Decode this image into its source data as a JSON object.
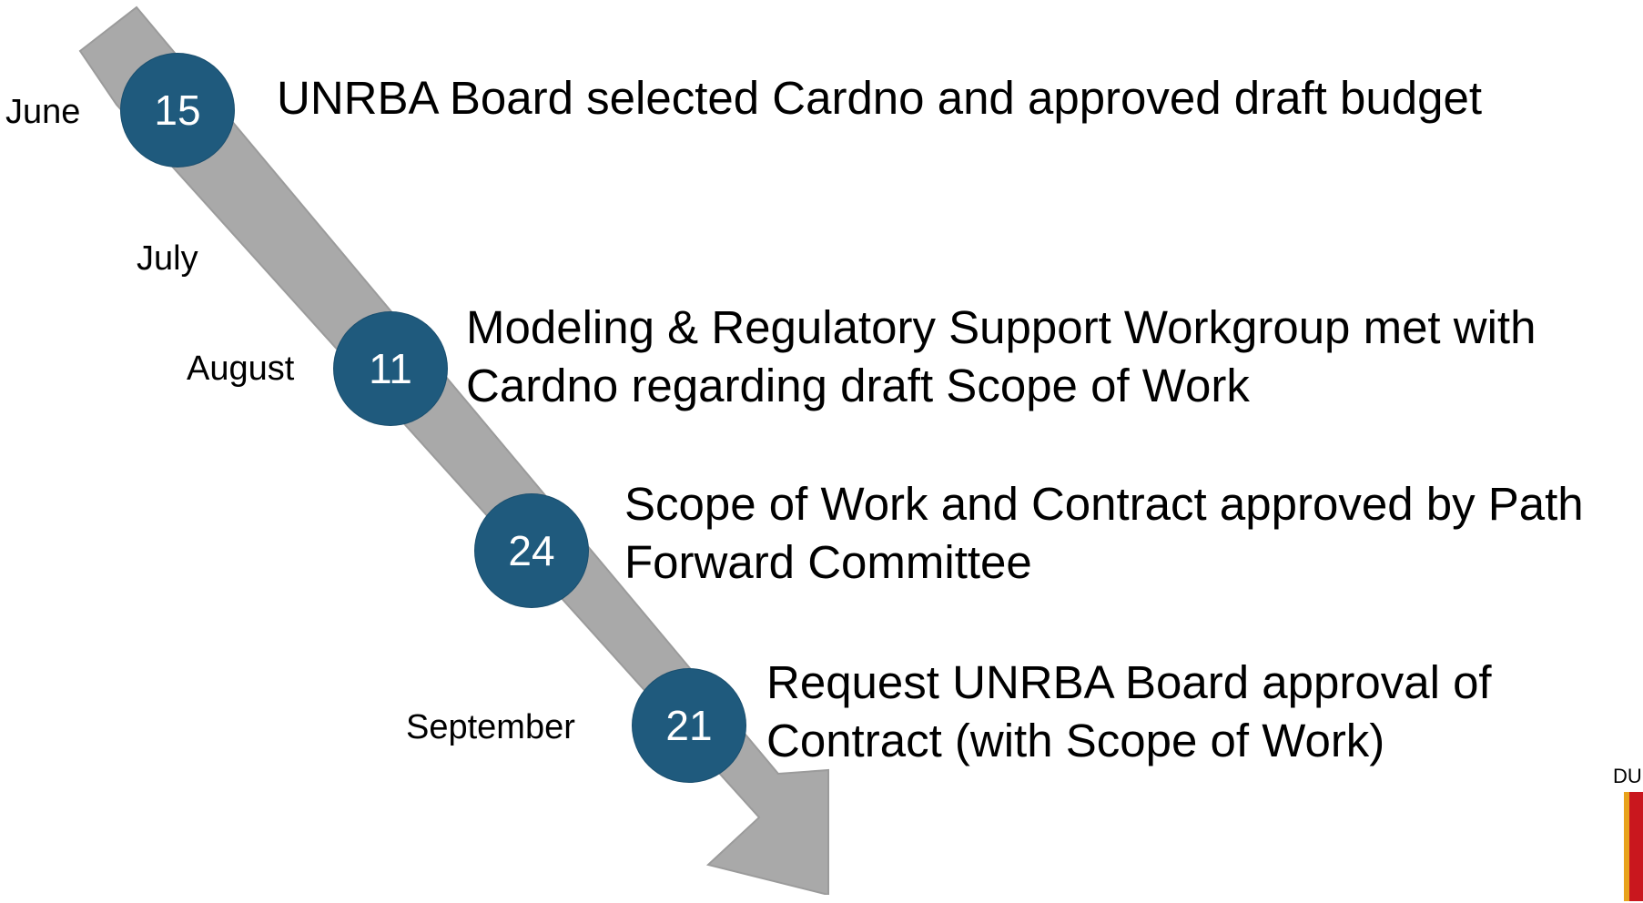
{
  "timeline": {
    "months": [
      {
        "label": "June"
      },
      {
        "label": "July"
      },
      {
        "label": "August"
      },
      {
        "label": "September"
      }
    ],
    "events": [
      {
        "day": "15",
        "lines": [
          "UNRBA Board selected Cardno and approved draft budget"
        ]
      },
      {
        "day": "11",
        "lines": [
          "Modeling & Regulatory Support Workgroup met with",
          "Cardno regarding draft Scope of Work"
        ]
      },
      {
        "day": "24",
        "lines": [
          "Scope of Work and Contract approved by Path",
          "Forward Committee"
        ]
      },
      {
        "day": "21",
        "lines": [
          "Request UNRBA Board approval of",
          "Contract (with Scope of Work)"
        ]
      }
    ]
  },
  "logo": {
    "text": "DU"
  },
  "colors": {
    "circle_fill": "#1f5a7d",
    "arrow_fill": "#a9a9a9",
    "logo_yellow": "#e8a21b",
    "logo_red": "#c9171e"
  }
}
